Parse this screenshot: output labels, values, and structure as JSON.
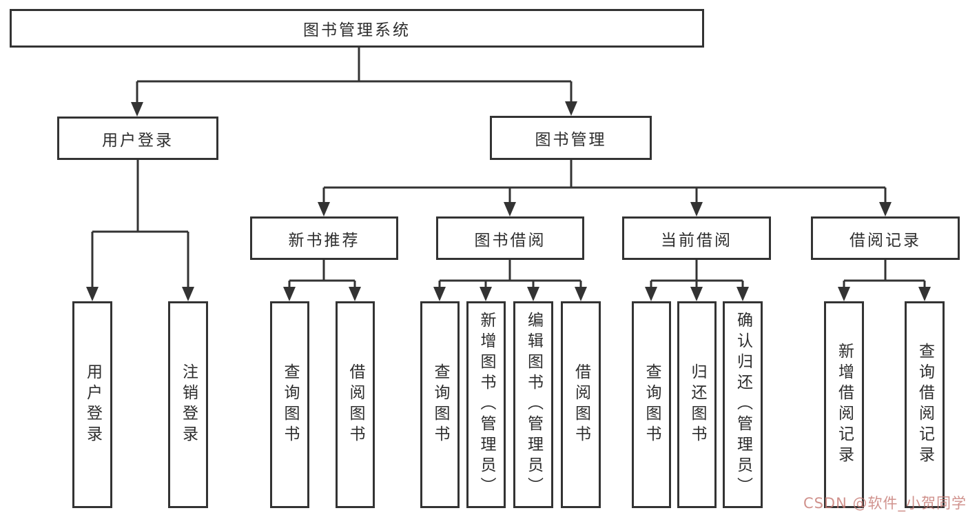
{
  "diagram_title": "图书管理系统",
  "tree": {
    "label": "图书管理系统",
    "children": [
      {
        "label": "用户登录",
        "children": [
          {
            "label": "用户登录"
          },
          {
            "label": "注销登录"
          }
        ]
      },
      {
        "label": "图书管理",
        "children": [
          {
            "label": "新书推荐",
            "children": [
              {
                "label": "查询图书"
              },
              {
                "label": "借阅图书"
              }
            ]
          },
          {
            "label": "图书借阅",
            "children": [
              {
                "label": "查询图书"
              },
              {
                "label": "新增图书（管理员）"
              },
              {
                "label": "编辑图书（管理员）"
              },
              {
                "label": "借阅图书"
              }
            ]
          },
          {
            "label": "当前借阅",
            "children": [
              {
                "label": "查询图书"
              },
              {
                "label": "归还图书"
              },
              {
                "label": "确认归还（管理员）"
              }
            ]
          },
          {
            "label": "借阅记录",
            "children": [
              {
                "label": "新增借阅记录"
              },
              {
                "label": "查询借阅记录"
              }
            ]
          }
        ]
      }
    ]
  },
  "watermark": {
    "text": "CSDN @软件_小贺同学",
    "color": "#c67a74"
  },
  "colors": {
    "line": "#333333",
    "text": "#2d2d2d",
    "background": "#ffffff"
  }
}
